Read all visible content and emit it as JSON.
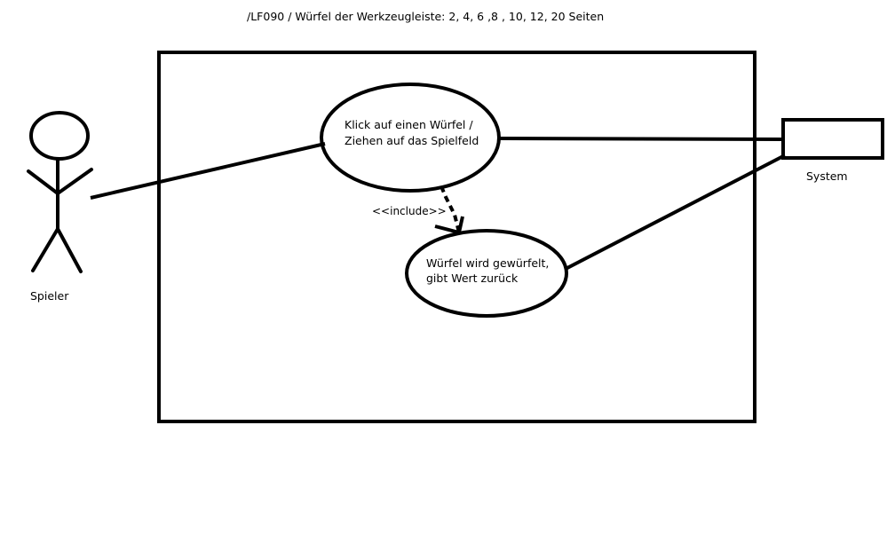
{
  "title": "/LF090 / Würfel der Werkzeugleiste: 2, 4, 6 ,8 , 10, 12, 20 Seiten",
  "actors": {
    "player": {
      "label": "Spieler",
      "icon": "stick-figure-icon"
    },
    "system": {
      "label": "System",
      "icon": "system-box-icon"
    }
  },
  "use_cases": {
    "click_die": {
      "line1": "Klick auf einen Würfel /",
      "line2": "Ziehen auf das Spielfeld"
    },
    "roll_die": {
      "line1": "Würfel wird gewürfelt,",
      "line2": "gibt Wert zurück"
    }
  },
  "relations": {
    "include_label": "<<include>>"
  },
  "colors": {
    "stroke": "#000000",
    "background": "#ffffff"
  }
}
